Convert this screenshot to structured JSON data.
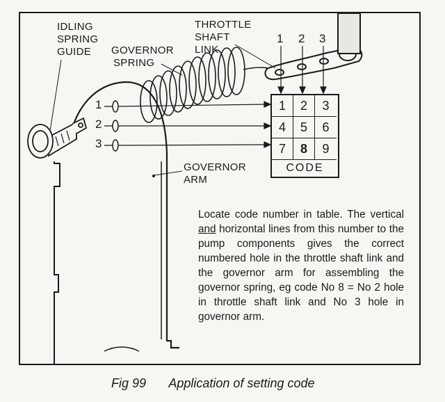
{
  "labels": {
    "idling_spring_guide": [
      "IDLING",
      "SPRING",
      "GUIDE"
    ],
    "governor_spring": [
      "GOVERNOR",
      "SPRING"
    ],
    "throttle_shaft_link": [
      "THROTTLE",
      "SHAFT",
      "LINK"
    ],
    "governor_arm": [
      "GOVERNOR",
      "ARM"
    ]
  },
  "link_hole_numbers": [
    "1",
    "2",
    "3"
  ],
  "arm_hole_numbers": [
    "1",
    "2",
    "3"
  ],
  "code_table": {
    "rows": [
      [
        "1",
        "2",
        "3"
      ],
      [
        "4",
        "5",
        "6"
      ],
      [
        "7",
        "8",
        "9"
      ]
    ],
    "highlighted": "8",
    "title": "CODE"
  },
  "description": "Locate code number in table. The vertical and horizontal lines from this number to the pump components gives the correct numbered hole in the throttle shaft link and the governor arm for assembling the governor spring, eg code No 8 = No 2 hole in throttle shaft link and No 3 hole in governor arm.",
  "caption": {
    "figure": "Fig 99",
    "title": "Application of setting code"
  }
}
